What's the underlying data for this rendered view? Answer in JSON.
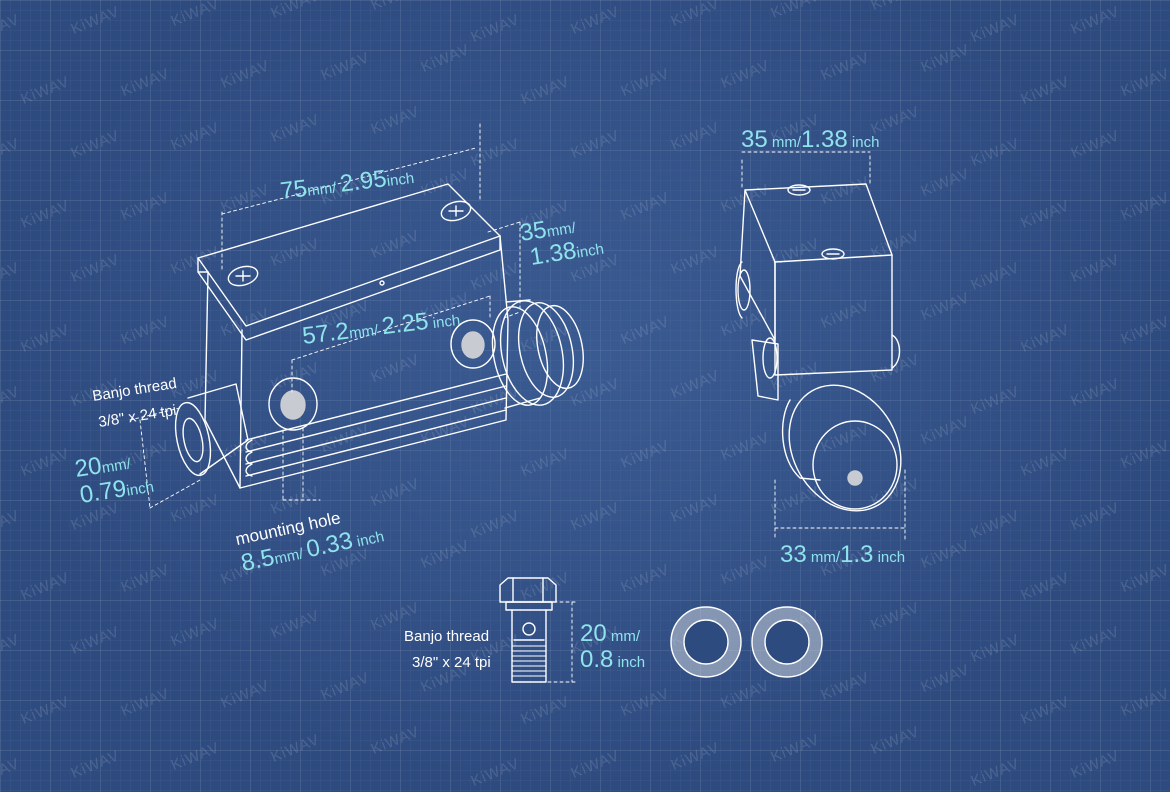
{
  "brand": {
    "watermark": "KiWAV",
    "colors": {
      "background": "#2e4b80",
      "dimension": "#8fe3ea",
      "line": "#ffffff"
    }
  },
  "dimensions": {
    "length": {
      "value": "75",
      "unit1": "mm",
      "sep": "/ ",
      "value2": "2.95",
      "unit2": "inch"
    },
    "height": {
      "value": "35",
      "unit1": "mm/",
      "value2": "1.38",
      "unit2": "inch"
    },
    "hole_spacing": {
      "value": "57.2",
      "unit1": "mm",
      "sep": "/ ",
      "value2": "2.25",
      "unit2": " inch"
    },
    "port": {
      "value": "20",
      "unit1": "mm/",
      "value2": "0.79",
      "unit2": "inch"
    },
    "mount_hole": {
      "label": "mounting hole",
      "value": "8.5",
      "unit1": "mm",
      "sep": "/ ",
      "value2": "0.33",
      "unit2": " inch"
    },
    "side_width": {
      "value": "35",
      "unit1": " mm/",
      "value2": "1.38",
      "unit2": " inch"
    },
    "side_bottom": {
      "value": "33",
      "unit1": " mm/",
      "value2": "1.3",
      "unit2": " inch"
    },
    "bolt_length": {
      "value": "20",
      "unit1": " mm/",
      "value2": "0.8",
      "unit2": " inch"
    }
  },
  "thread_body": {
    "line1": "Banjo thread",
    "line2": "3/8\" x 24 tpi"
  },
  "thread_bolt": {
    "line1": "Banjo thread",
    "line2": "3/8\" x 24 tpi"
  }
}
